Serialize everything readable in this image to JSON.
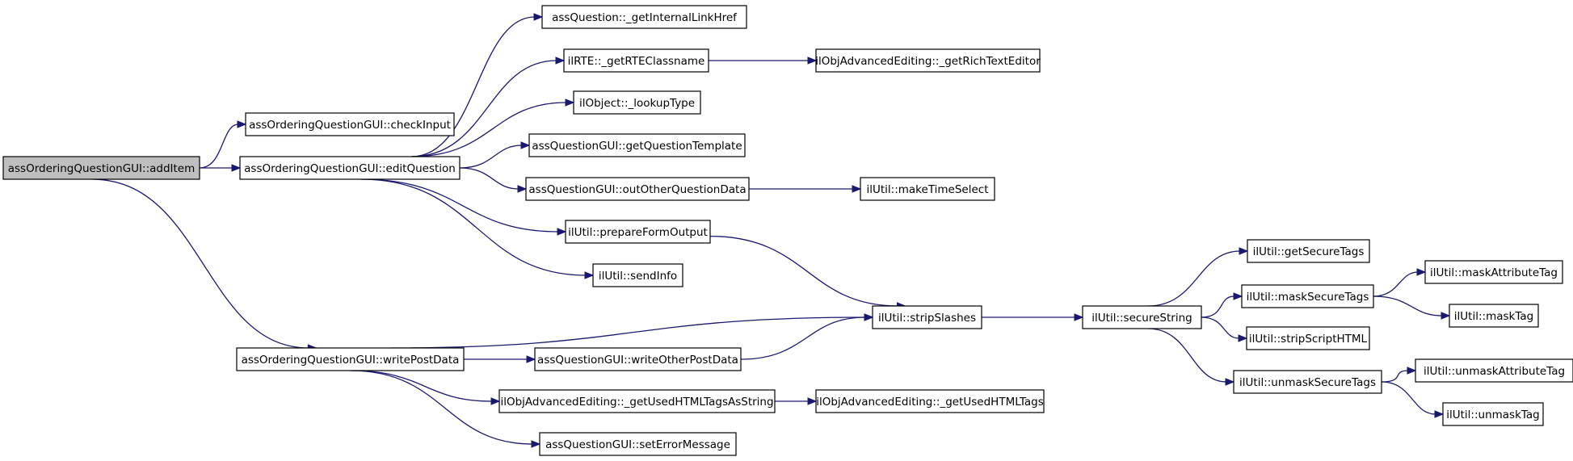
{
  "diagram": {
    "nodes": [
      {
        "id": "addItem",
        "label": "assOrderingQuestionGUI::addItem",
        "root": true
      },
      {
        "id": "checkInput",
        "label": "assOrderingQuestionGUI::checkInput"
      },
      {
        "id": "editQuestion",
        "label": "assOrderingQuestionGUI::editQuestion"
      },
      {
        "id": "writePostData",
        "label": "assOrderingQuestionGUI::writePostData"
      },
      {
        "id": "getInternalLinkHref",
        "label": "assQuestion::_getInternalLinkHref"
      },
      {
        "id": "getRTEClassname",
        "label": "ilRTE::_getRTEClassname"
      },
      {
        "id": "lookupType",
        "label": "ilObject::_lookupType"
      },
      {
        "id": "getQuestionTemplate",
        "label": "assQuestionGUI::getQuestionTemplate"
      },
      {
        "id": "outOtherQuestionData",
        "label": "assQuestionGUI::outOtherQuestionData"
      },
      {
        "id": "prepareFormOutput",
        "label": "ilUtil::prepareFormOutput"
      },
      {
        "id": "sendInfo",
        "label": "ilUtil::sendInfo"
      },
      {
        "id": "writeOtherPostData",
        "label": "assQuestionGUI::writeOtherPostData"
      },
      {
        "id": "getUsedHTMLTagsAsString",
        "label": "ilObjAdvancedEditing::_getUsedHTMLTagsAsString"
      },
      {
        "id": "setErrorMessage",
        "label": "assQuestionGUI::setErrorMessage"
      },
      {
        "id": "getRichTextEditor",
        "label": "ilObjAdvancedEditing::_getRichTextEditor"
      },
      {
        "id": "makeTimeSelect",
        "label": "ilUtil::makeTimeSelect"
      },
      {
        "id": "stripSlashes",
        "label": "ilUtil::stripSlashes"
      },
      {
        "id": "getUsedHTMLTags",
        "label": "ilObjAdvancedEditing::_getUsedHTMLTags"
      },
      {
        "id": "secureString",
        "label": "ilUtil::secureString"
      },
      {
        "id": "getSecureTags",
        "label": "ilUtil::getSecureTags"
      },
      {
        "id": "maskSecureTags",
        "label": "ilUtil::maskSecureTags"
      },
      {
        "id": "stripScriptHTML",
        "label": "ilUtil::stripScriptHTML"
      },
      {
        "id": "unmaskSecureTags",
        "label": "ilUtil::unmaskSecureTags"
      },
      {
        "id": "maskAttributeTag",
        "label": "ilUtil::maskAttributeTag"
      },
      {
        "id": "maskTag",
        "label": "ilUtil::maskTag"
      },
      {
        "id": "unmaskAttributeTag",
        "label": "ilUtil::unmaskAttributeTag"
      },
      {
        "id": "unmaskTag",
        "label": "ilUtil::unmaskTag"
      }
    ],
    "edges": [
      {
        "from": "addItem",
        "to": "checkInput"
      },
      {
        "from": "addItem",
        "to": "editQuestion"
      },
      {
        "from": "addItem",
        "to": "writePostData"
      },
      {
        "from": "editQuestion",
        "to": "getInternalLinkHref"
      },
      {
        "from": "editQuestion",
        "to": "getRTEClassname"
      },
      {
        "from": "editQuestion",
        "to": "lookupType"
      },
      {
        "from": "editQuestion",
        "to": "getQuestionTemplate"
      },
      {
        "from": "editQuestion",
        "to": "outOtherQuestionData"
      },
      {
        "from": "editQuestion",
        "to": "prepareFormOutput"
      },
      {
        "from": "editQuestion",
        "to": "sendInfo"
      },
      {
        "from": "getRTEClassname",
        "to": "getRichTextEditor"
      },
      {
        "from": "outOtherQuestionData",
        "to": "makeTimeSelect"
      },
      {
        "from": "prepareFormOutput",
        "to": "stripSlashes"
      },
      {
        "from": "writePostData",
        "to": "stripSlashes"
      },
      {
        "from": "writePostData",
        "to": "writeOtherPostData"
      },
      {
        "from": "writePostData",
        "to": "getUsedHTMLTagsAsString"
      },
      {
        "from": "writePostData",
        "to": "setErrorMessage"
      },
      {
        "from": "writeOtherPostData",
        "to": "stripSlashes"
      },
      {
        "from": "getUsedHTMLTagsAsString",
        "to": "getUsedHTMLTags"
      },
      {
        "from": "stripSlashes",
        "to": "secureString"
      },
      {
        "from": "secureString",
        "to": "getSecureTags"
      },
      {
        "from": "secureString",
        "to": "maskSecureTags"
      },
      {
        "from": "secureString",
        "to": "stripScriptHTML"
      },
      {
        "from": "secureString",
        "to": "unmaskSecureTags"
      },
      {
        "from": "maskSecureTags",
        "to": "maskAttributeTag"
      },
      {
        "from": "maskSecureTags",
        "to": "maskTag"
      },
      {
        "from": "unmaskSecureTags",
        "to": "unmaskAttributeTag"
      },
      {
        "from": "unmaskSecureTags",
        "to": "unmaskTag"
      }
    ],
    "colors": {
      "edge": "#191970",
      "root_fill": "#bfbfbf",
      "node_fill": "#ffffff",
      "border": "#000000"
    }
  }
}
